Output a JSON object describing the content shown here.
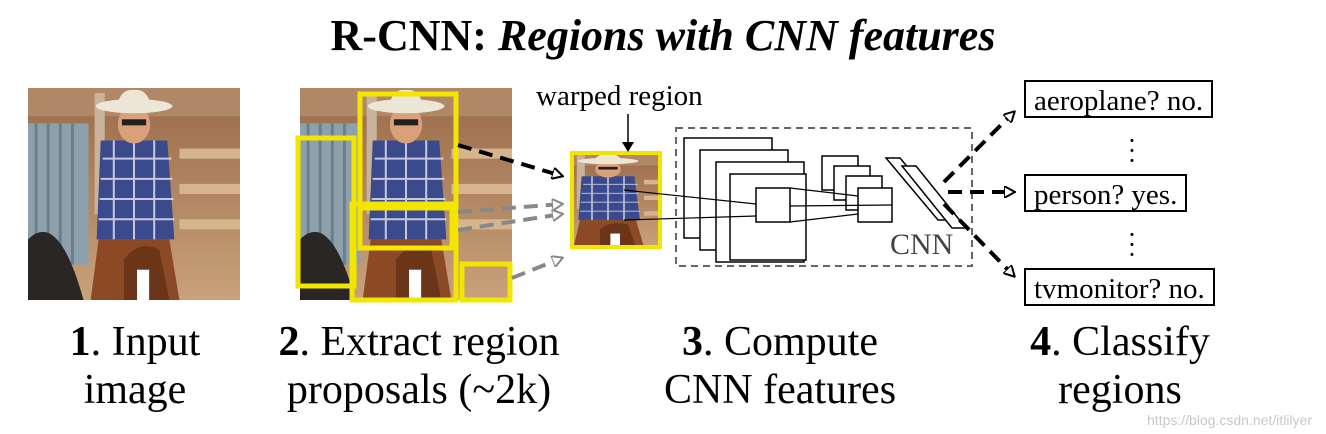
{
  "title": {
    "bold": "R-CNN: ",
    "italic": "Regions with CNN features"
  },
  "labels": {
    "warped_region": "warped region",
    "cnn": "CNN"
  },
  "classes": [
    {
      "text": "aeroplane? no."
    },
    {
      "text": "person? yes."
    },
    {
      "text": "tvmonitor? no."
    }
  ],
  "steps": [
    {
      "num": "1",
      "line1": ". Input",
      "line2": "image"
    },
    {
      "num": "2",
      "line1": ". Extract region",
      "line2": "proposals (~2k)"
    },
    {
      "num": "3",
      "line1": ". Compute",
      "line2": "CNN features"
    },
    {
      "num": "4",
      "line1": ". Classify",
      "line2": "regions"
    }
  ],
  "watermark": "https://blog.csdn.net/itlilyer",
  "colors": {
    "proposal": "#f2e600",
    "arrow_black": "#000000",
    "arrow_gray": "#888888",
    "cnn_box": "#666666"
  }
}
